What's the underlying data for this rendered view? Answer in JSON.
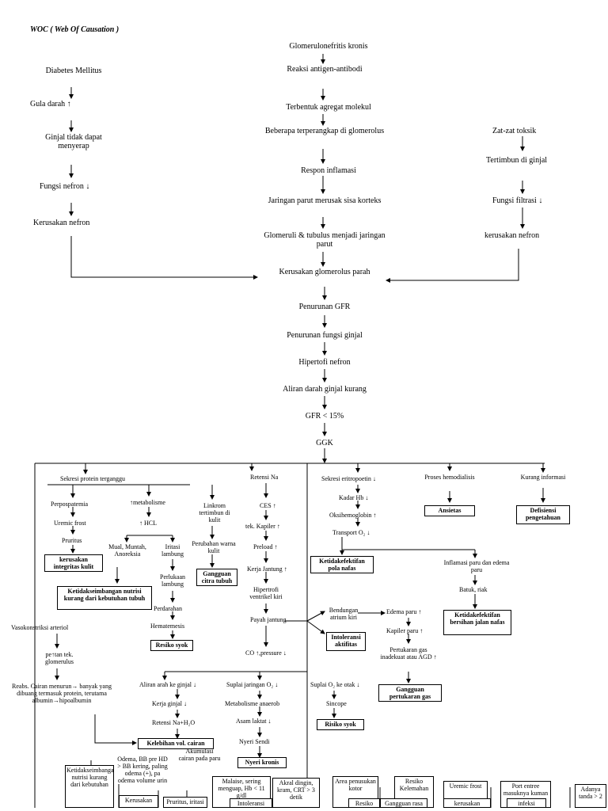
{
  "title": "WOC ( Web Of  Causation )",
  "top": {
    "left": [
      "Diabetes Mellitus",
      "Gula darah ↑",
      "Ginjal tidak dapat menyerap",
      "Fungsi nefron ↓",
      "Kerusakan nefron"
    ],
    "center": [
      "Glomerulonefritis kronis",
      "Reaksi antigen-antibodi",
      "Terbentuk agregat molekul",
      "Beberapa terperangkap di glomerolus",
      "Respon inflamasi",
      "Jaringan parut merusak sisa korteks",
      "Glomeruli & tubulus menjadi jaringan parut"
    ],
    "right": [
      "Zat-zat  toksik",
      "Tertimbun di ginjal",
      "Fungsi filtrasi ↓",
      "kerusakan nefron"
    ]
  },
  "main": [
    "Kerusakan glomerolus parah",
    "Penurunan GFR",
    "Penurunan fungsi ginjal",
    "Hipertofi nefron",
    "Aliran darah ginjal kurang",
    "GFR < 15%",
    "GGK"
  ],
  "left_branch": {
    "head": "Sekresi protein terganggu",
    "col1": [
      "Perpospatemia",
      "Uremic frost",
      "Pruritus"
    ],
    "col1_box": "kerusakan integritas kulit",
    "col2": [
      "↑metabolisme",
      "↑ HCL",
      "Mual, Muntah, Anoreksia",
      "Iritasi lambung",
      "Perlukaan lambung",
      "Perdarahan",
      "Hematemesis"
    ],
    "col2_box1": "Ketidakseimbangan nutrisi kurang dari kebutuhan tubuh",
    "col2_box2": "Resiko syok",
    "col3": [
      "Linkrom tertimbun di kulit",
      "Perubahan warna kulit"
    ],
    "col3_box": "Gangguan citra tubuh",
    "vaso": [
      "Vasokonstriksi arteriol",
      "pe↑tan tek. glomerulus",
      "Reabs. Cairan menurun→ banyak yang dibuang termasuk protein, terutama albumin→hipoalbumin"
    ]
  },
  "na_branch": {
    "head": "Retensi Na",
    "items": [
      "CES ↑",
      "tek. Kapiler ↑",
      "Preload ↑",
      "Kerja Jantung ↑",
      "Hipertrofi ventrikel kiri",
      "Payah jantung",
      "CO ↑,pressure ↓"
    ],
    "bend": [
      "Bendungan atrium kiri",
      "Edema paru ↑",
      "Kapiler paru ↑",
      "Pertukaran gas inadekuat atau AGD ↑"
    ],
    "intol_box": "Intoleransi aktifitas",
    "gas_box": "Gangguan pertukaran gas"
  },
  "lower": {
    "a": [
      "Aliran arah ke ginjal ↓",
      "Kerja ginjal ↓",
      "Retensi Na+H₂O"
    ],
    "kel_box": "Kelebihan vol. cairan",
    "akum": "Akumulasi cairan pada paru",
    "odema": "Odema, BB pre HD > BB kering, paling odema (+), pa odema volume urin",
    "b": [
      "Suplai jaringan O₂ ↓",
      "Metabolisme anaerob",
      "Asam laktat ↓",
      "Nyeri Sendi"
    ],
    "nyeri_box": "Nyeri kronis",
    "c": [
      "Suplai O₂ ke otak ↓",
      "Sincope"
    ],
    "syok_box": "Risiko syok"
  },
  "right_branch": {
    "epo": [
      "Sekresi eritropoetin ↓",
      "Kadar Hb ↓",
      "Oksihemoglobin ↑",
      "Transport O₂ ↓"
    ],
    "pola_box": "Ketidakefektifan pola nafas",
    "paru": [
      "Inflamasi paru dan edema paru",
      "Batuk, riak"
    ],
    "jalan_box": "Ketidakefektifan bersihan jalan nafas",
    "hemo": "Proses hemodialisis",
    "ansietas_box": "Ansietas",
    "info": "Kurang informasi",
    "defisiensi_box": "Defisiensi pengetahuan"
  },
  "bottom": [
    "Ketidakseimbangan nutrisi kurang dari kebutuhan",
    "Malaise, sering menguap, Hb < 11 g/dl",
    "Akral dingin, kram, CRT > 3 detik",
    "Area penusukan kotor",
    "Resiko Kelemahan",
    "Uremic frost",
    "Port entree masuknya kuman",
    "Adanya tanda > 2"
  ],
  "bottom2": [
    "Kerusakan",
    "Pruritus, iritasi",
    "kerusakan integritas kulit",
    "infeksi",
    "Intoleransi aktifitas",
    "Resiko infeksi",
    "Gangguan rasa nyaman"
  ]
}
